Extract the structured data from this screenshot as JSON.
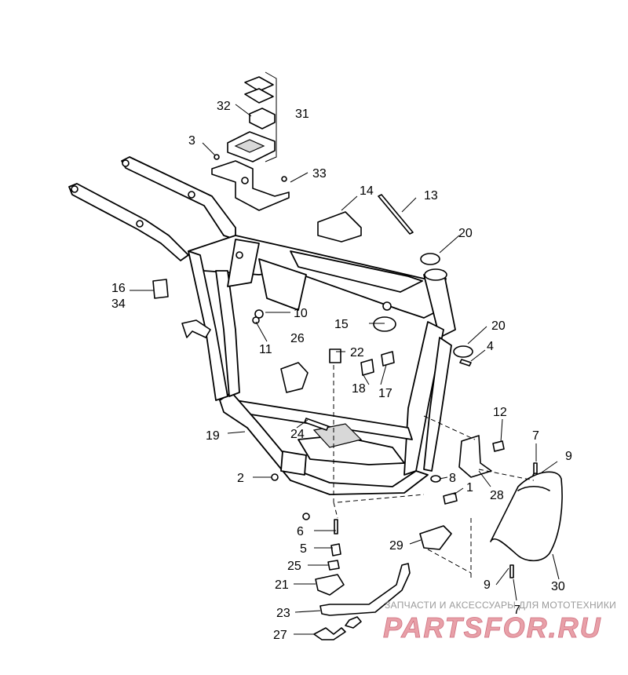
{
  "callouts": [
    {
      "id": "c1",
      "text": "1"
    },
    {
      "id": "c2",
      "text": "2"
    },
    {
      "id": "c3",
      "text": "3"
    },
    {
      "id": "c4",
      "text": "4"
    },
    {
      "id": "c5",
      "text": "5"
    },
    {
      "id": "c6",
      "text": "6"
    },
    {
      "id": "c7a",
      "text": "7"
    },
    {
      "id": "c7b",
      "text": "7"
    },
    {
      "id": "c8",
      "text": "8"
    },
    {
      "id": "c9a",
      "text": "9"
    },
    {
      "id": "c9b",
      "text": "9"
    },
    {
      "id": "c10",
      "text": "10"
    },
    {
      "id": "c11",
      "text": "11"
    },
    {
      "id": "c12",
      "text": "12"
    },
    {
      "id": "c13",
      "text": "13"
    },
    {
      "id": "c14",
      "text": "14"
    },
    {
      "id": "c15",
      "text": "15"
    },
    {
      "id": "c16",
      "text": "16"
    },
    {
      "id": "c34",
      "text": "34"
    },
    {
      "id": "c17",
      "text": "17"
    },
    {
      "id": "c18",
      "text": "18"
    },
    {
      "id": "c19",
      "text": "19"
    },
    {
      "id": "c20a",
      "text": "20"
    },
    {
      "id": "c20b",
      "text": "20"
    },
    {
      "id": "c21",
      "text": "21"
    },
    {
      "id": "c22",
      "text": "22"
    },
    {
      "id": "c23",
      "text": "23"
    },
    {
      "id": "c24",
      "text": "24"
    },
    {
      "id": "c25",
      "text": "25"
    },
    {
      "id": "c26",
      "text": "26"
    },
    {
      "id": "c27",
      "text": "27"
    },
    {
      "id": "c28",
      "text": "28"
    },
    {
      "id": "c29",
      "text": "29"
    },
    {
      "id": "c30",
      "text": "30"
    },
    {
      "id": "c31",
      "text": "31"
    },
    {
      "id": "c32",
      "text": "32"
    },
    {
      "id": "c33",
      "text": "33"
    }
  ],
  "watermark": {
    "tagline": "ЗАПЧАСТИ И АКСЕССУАРЫ ДЛЯ МОТОТЕХНИКИ",
    "logo": "PARTSFOR.RU",
    "logo_color": "#e8a0a8",
    "tagline_color": "#9a9a9a"
  }
}
